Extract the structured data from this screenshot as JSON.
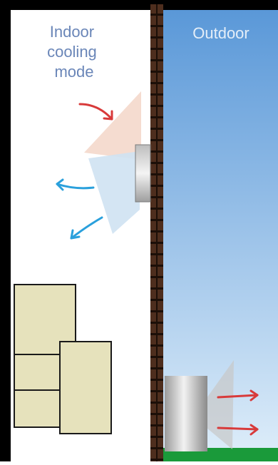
{
  "indoor": {
    "label_lines": [
      "Indoor",
      "cooling",
      "mode"
    ]
  },
  "outdoor": {
    "label": "Outdoor"
  },
  "colors": {
    "frame": "#000000",
    "room_bg": "#ffffff",
    "sky_top": "#5a98d8",
    "sky_bottom": "#dfeefa",
    "brick": "#4e2e1e",
    "mortar": "#1c0f08",
    "grass": "#1a9a3a",
    "box_fill": "#e6e2bc",
    "box_stroke": "#1a1a1a",
    "label_text": "#6a86b8",
    "outdoor_text": "#e4eef8",
    "warm_arrow": "#d83a3a",
    "cool_arrow": "#2aa0dc",
    "warm_fan": "#f3d6c8",
    "cool_fan": "#cfe2f2",
    "exhaust_fan": "#c8c8c8"
  },
  "icons": {
    "indoor_unit": "air-handler-icon",
    "outdoor_unit": "compressor-icon",
    "warm_air": "arrow-right-icon",
    "cool_air": "arrow-left-icon"
  }
}
